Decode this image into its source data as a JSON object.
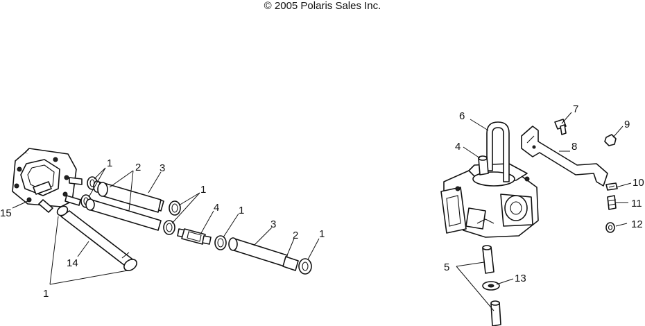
{
  "header": {
    "copyright": "© 2005 Polaris Sales Inc."
  },
  "callouts": [
    {
      "id": "c1a",
      "text": "1"
    },
    {
      "id": "c2a",
      "text": "2"
    },
    {
      "id": "c3a",
      "text": "3"
    },
    {
      "id": "c1b",
      "text": "1"
    },
    {
      "id": "c4a",
      "text": "4"
    },
    {
      "id": "c1c",
      "text": "1"
    },
    {
      "id": "c3b",
      "text": "3"
    },
    {
      "id": "c2b",
      "text": "2"
    },
    {
      "id": "c1d",
      "text": "1"
    },
    {
      "id": "c15",
      "text": "15"
    },
    {
      "id": "c14",
      "text": "14"
    },
    {
      "id": "c1e",
      "text": "1"
    },
    {
      "id": "c6",
      "text": "6"
    },
    {
      "id": "c7",
      "text": "7"
    },
    {
      "id": "c4b",
      "text": "4"
    },
    {
      "id": "c8",
      "text": "8"
    },
    {
      "id": "c9",
      "text": "9"
    },
    {
      "id": "c10",
      "text": "10"
    },
    {
      "id": "c11",
      "text": "11"
    },
    {
      "id": "c12",
      "text": "12"
    },
    {
      "id": "c5",
      "text": "5"
    },
    {
      "id": "c13",
      "text": "13"
    }
  ]
}
